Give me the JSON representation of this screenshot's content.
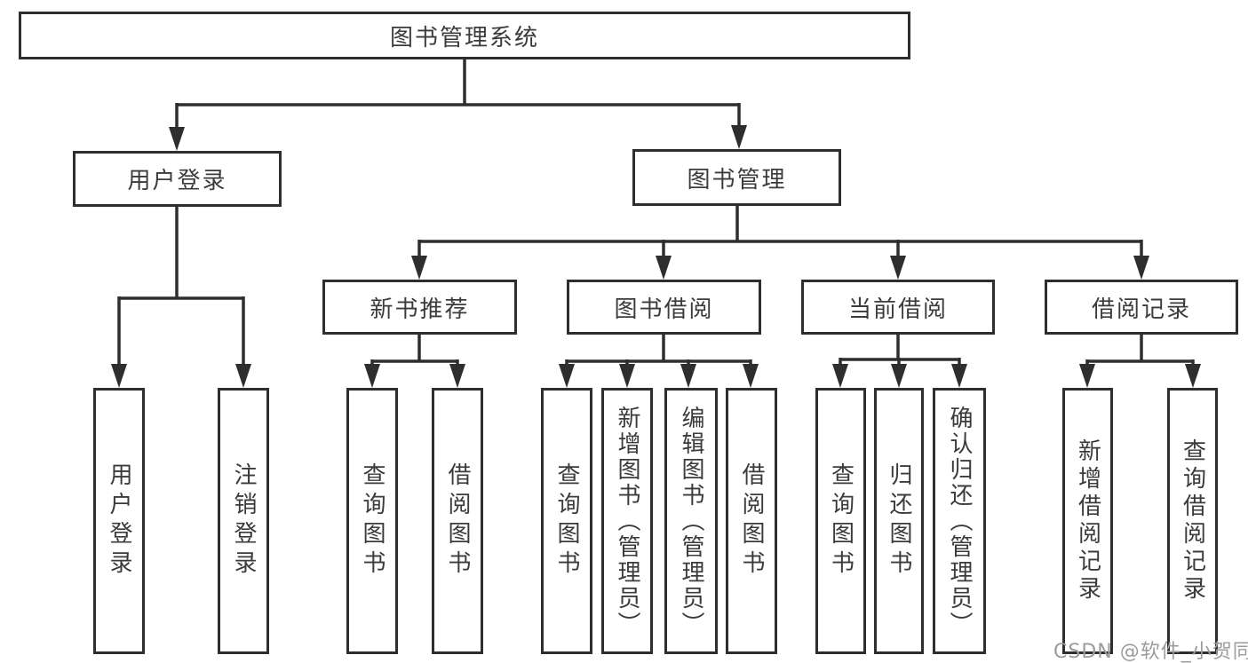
{
  "diagram": {
    "nodes": {
      "root": "图书管理系统",
      "user_login": "用户登录",
      "book_mgmt": "图书管理",
      "new_book_rec": "新书推荐",
      "book_borrow": "图书借阅",
      "current_borrow": "当前借阅",
      "borrow_records": "借阅记录",
      "leaf_user_login": "用户登录",
      "leaf_logout": "注销登录",
      "leaf_nb_query": "查询图书",
      "leaf_nb_borrow": "借阅图书",
      "leaf_bb_query": "查询图书",
      "leaf_bb_add": "新增图书（管理员）",
      "leaf_bb_edit": "编辑图书（管理员）",
      "leaf_bb_borrow": "借阅图书",
      "leaf_cb_query": "查询图书",
      "leaf_cb_return": "归还图书",
      "leaf_cb_confirm": "确认归还（管理员）",
      "leaf_br_add": "新增借阅记录",
      "leaf_br_query": "查询借阅记录"
    },
    "colors": {
      "line": "#2e2e2e",
      "text": "#3b3b3b",
      "background": "#ffffff",
      "watermark_color": "#9c9c9c"
    }
  },
  "watermark": {
    "text": "CSDN @软件_小贺同学"
  }
}
